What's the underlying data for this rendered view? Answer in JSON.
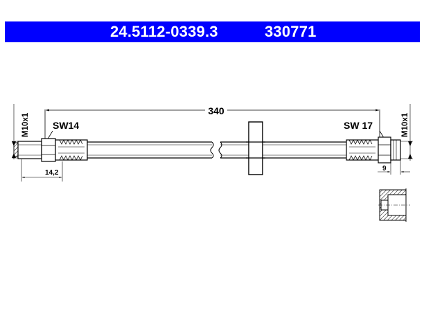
{
  "header": {
    "part_number": "24.5112-0339.3",
    "ref_number": "330771",
    "background_color": "#0000ff",
    "text_color": "#ffffff"
  },
  "drawing": {
    "length": "340",
    "left_thread": "M10x1",
    "left_wrench": "SW14",
    "left_dim": "14,2",
    "right_thread": "M10x1",
    "right_wrench": "SW 17",
    "right_dim": "9"
  }
}
